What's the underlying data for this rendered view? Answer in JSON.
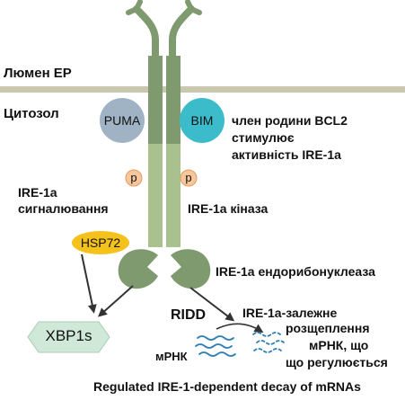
{
  "regions": {
    "er_lumen": "Люмен ЕР",
    "cytosol": "Цитозол"
  },
  "proteins": {
    "puma": "PUMA",
    "bim": "BIM",
    "hsp72": "HSP72",
    "xbp1s": "XBP1s",
    "phospho": "p"
  },
  "labels": {
    "bcl2_line1": "член родини BCL2",
    "bcl2_line2": "стимулює",
    "bcl2_line3": "активність IRE-1a",
    "signaling_line1": "IRE-1a",
    "signaling_line2": "сигналювання",
    "kinase": "IRE-1a кіназа",
    "endoribonuclease": "IRE-1a ендорибонуклеаза",
    "ridd": "RIDD",
    "ridd_desc_line1": "IRE-1a-залежне",
    "ridd_desc_line2": "розщеплення",
    "ridd_desc_line3": "мРНК, що",
    "ridd_desc_line4": "що регулюється",
    "mrna": "мРНК",
    "caption": "Regulated IRE-1-dependent decay of mRNAs"
  },
  "colors": {
    "membrane": "#c9c7ae",
    "receptor_dark": "#7f9a6e",
    "receptor_light": "#a9c08f",
    "puma": "#9fb3c4",
    "bim": "#3cbccb",
    "phospho": "#f6c79c",
    "hsp72": "#f4c21a",
    "xbp1s": "#cfe8d7",
    "mrna": "#2f7fb5"
  }
}
